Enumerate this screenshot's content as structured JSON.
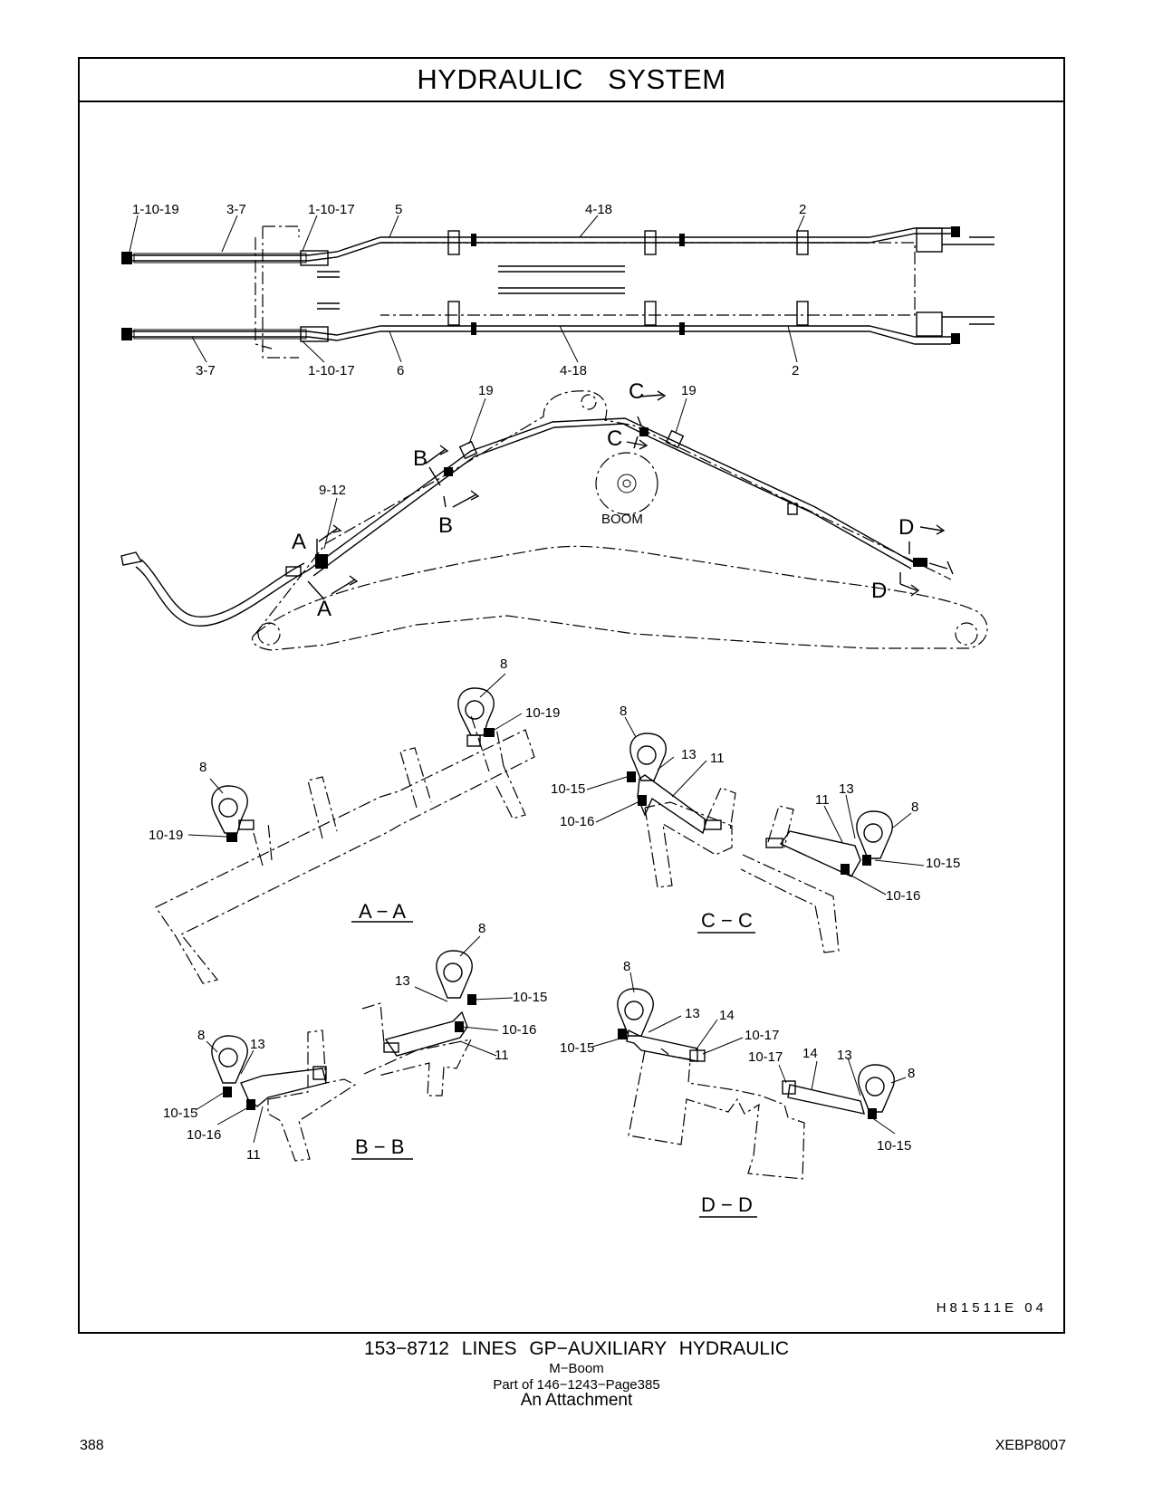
{
  "header": {
    "title": "HYDRAULIC   SYSTEM"
  },
  "top_view": {
    "labels_top": [
      "1-10-19",
      "3-7",
      "1-10-17",
      "5",
      "4-18",
      "2"
    ],
    "labels_bottom": [
      "3-7",
      "1-10-17",
      "6",
      "4-18",
      "2"
    ]
  },
  "boom_view": {
    "boom_label": "BOOM",
    "callouts": [
      "19",
      "19",
      "9-12"
    ],
    "section_marks": [
      "A",
      "A",
      "B",
      "B",
      "C",
      "C",
      "D",
      "D"
    ]
  },
  "sections": {
    "aa": {
      "title": "A − A",
      "labels": [
        "8",
        "10-19",
        "8",
        "10-19"
      ]
    },
    "cc": {
      "title": "C − C",
      "labels": [
        "8",
        "13",
        "11",
        "10-15",
        "10-16",
        "11",
        "13",
        "8",
        "10-15",
        "10-16"
      ]
    },
    "bb": {
      "title": "B − B",
      "labels": [
        "8",
        "13",
        "10-15",
        "10-16",
        "11",
        "8",
        "13",
        "10-15",
        "10-16",
        "11"
      ]
    },
    "dd": {
      "title": "D − D",
      "labels": [
        "8",
        "13",
        "14",
        "10-17",
        "10-15",
        "10-17",
        "14",
        "13",
        "8",
        "10-15"
      ]
    }
  },
  "drawing_id": "H81511E    04",
  "caption": {
    "line1": "153−8712   LINES  GP−AUXILIARY  HYDRAULIC",
    "line2": "M−Boom",
    "line3": "Part of 146−1243−Page385",
    "line4": "An Attachment"
  },
  "footer": {
    "page_number": "388",
    "doc_code": "XEBP8007"
  }
}
